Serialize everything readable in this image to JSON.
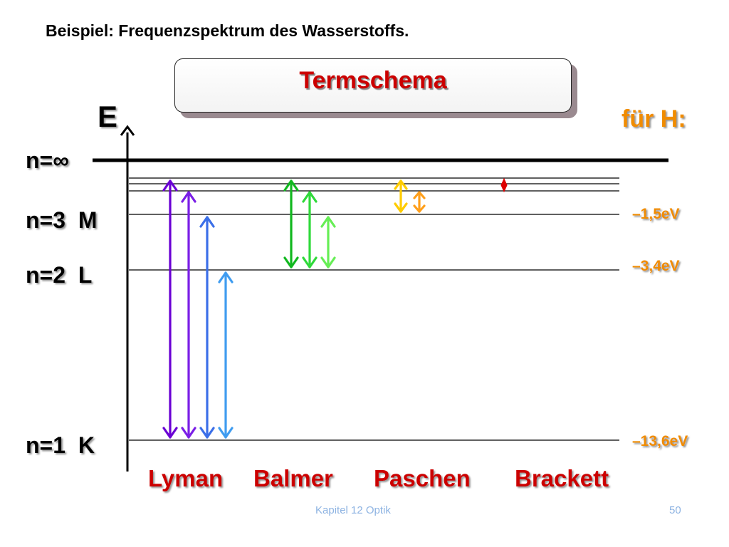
{
  "slide": {
    "heading": "Beispiel: Frequenzspektrum des Wasserstoffs.",
    "title": "Termschema",
    "footer_left": "Kapitel 12 Optik",
    "footer_right": "50"
  },
  "diagram": {
    "axis_label": "E",
    "element_label": "für H:",
    "levels": [
      {
        "label": "n=∞",
        "energy": ""
      },
      {
        "label": "n=3  M",
        "energy": "–1,5eV"
      },
      {
        "label": "n=2  L",
        "energy": "–3,4eV"
      },
      {
        "label": "n=1  K",
        "energy": "–13,6eV"
      }
    ],
    "series": [
      "Lyman",
      "Balmer",
      "Paschen",
      "Brackett"
    ],
    "colors": {
      "level_label": "#000000",
      "energy_label": "#f08c00",
      "series_label": "#cc0000",
      "title": "#cc0000",
      "lyman": [
        "#6a00d4",
        "#7a1ee6",
        "#3b6fe8",
        "#3f9cf0"
      ],
      "balmer": [
        "#11b81f",
        "#2fd93a",
        "#66ee55"
      ],
      "paschen": [
        "#ffcc00",
        "#ff9f1a"
      ],
      "brackett": "#dd0000"
    }
  }
}
